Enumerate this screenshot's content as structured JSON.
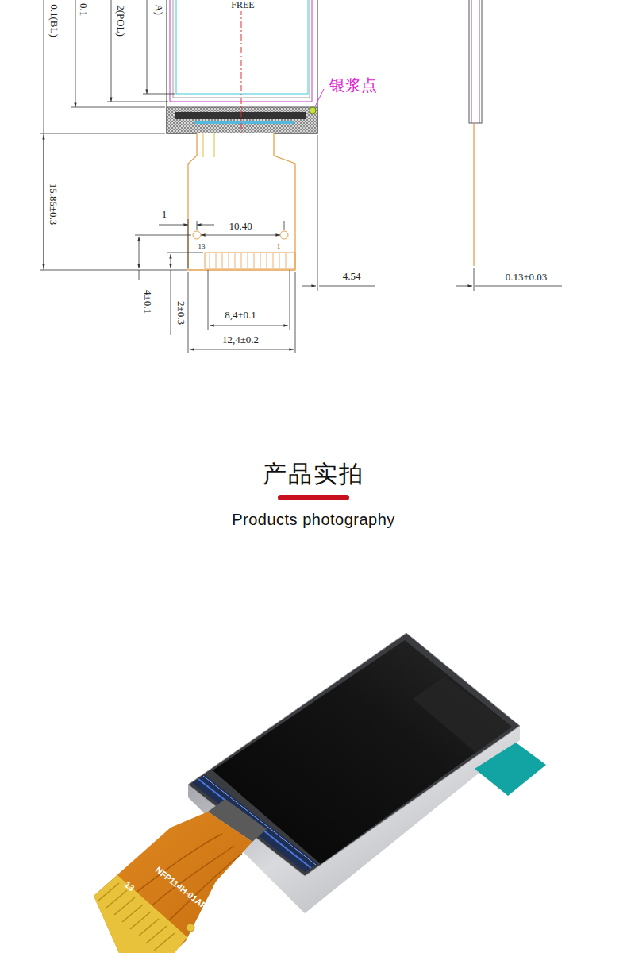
{
  "diagram": {
    "title": "产品实拍",
    "labels": [
      "0.1(BL)",
      "0.1",
      "2(POL)",
      "A)",
      "FREE",
      "银浆点",
      "15.85±0.3",
      "1",
      "10.40",
      "13",
      "1",
      "4±0.1",
      "2±0.3",
      "8,4±0.1",
      "12,4±0.2",
      "4.54",
      "0.13±0.03",
      "Products photography",
      "NFP114H-01AF",
      "13"
    ]
  }
}
